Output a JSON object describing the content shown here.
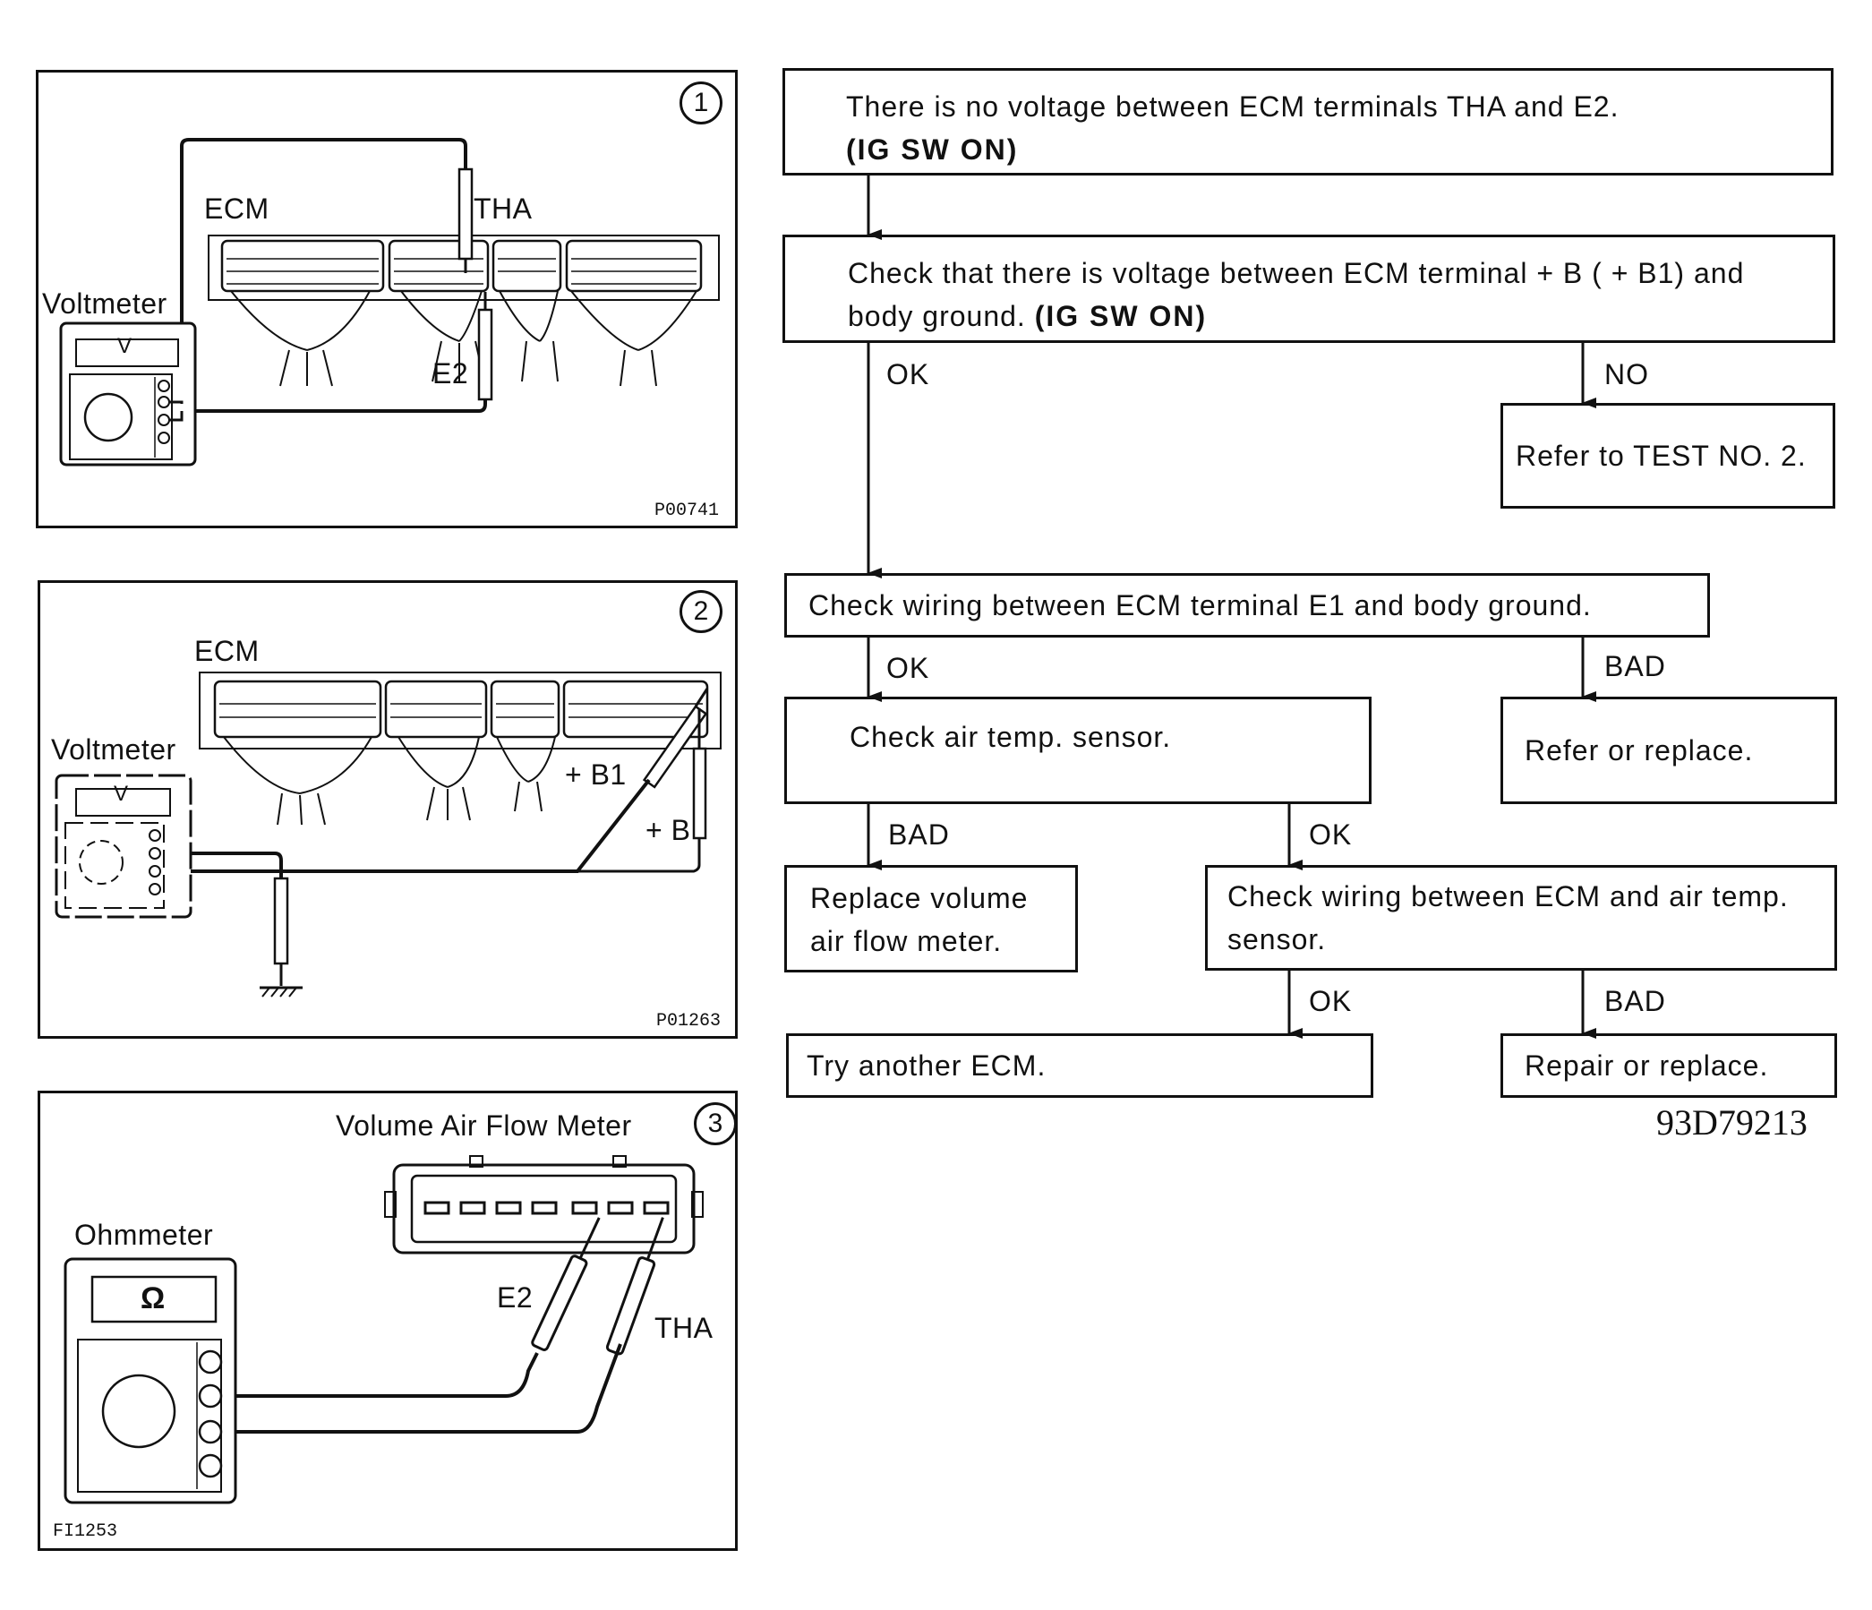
{
  "panels": [
    {
      "number": "1",
      "ecm": "ECM",
      "tha": "THA",
      "voltmeter": "Voltmeter",
      "meter_symbol": "V",
      "e2": "E2",
      "code": "P00741"
    },
    {
      "number": "2",
      "ecm": "ECM",
      "voltmeter": "Voltmeter",
      "meter_symbol": "V",
      "b1": "+ B1",
      "b": "+ B",
      "code": "P01263"
    },
    {
      "number": "3",
      "title": "Volume Air Flow Meter",
      "ohmmeter": "Ohmmeter",
      "meter_symbol": "Ω",
      "e2": "E2",
      "tha": "THA",
      "code": "FI1253"
    }
  ],
  "flowchart": {
    "start": {
      "line1": "There is no voltage between ECM terminals THA and E2.",
      "line2": "(IG SW ON)"
    },
    "check_voltage": {
      "line1": "Check that there is voltage between ECM terminal  + B ( + B1) and",
      "line2_plain": "body ground. ",
      "line2_bold": "(IG SW ON)"
    },
    "label_ok_1": "OK",
    "label_no_1": "NO",
    "refer_test": "Refer to TEST NO. 2.",
    "check_wiring_e1": "Check wiring between ECM terminal E1 and body ground.",
    "label_ok_2": "OK",
    "label_bad_2": "BAD",
    "check_sensor": "Check air temp. sensor.",
    "refer_replace": "Refer or replace.",
    "label_bad_3": "BAD",
    "label_ok_3": "OK",
    "replace_meter": {
      "line1": "Replace volume",
      "line2": "air flow meter."
    },
    "check_wiring_sensor": {
      "line1": "Check wiring between ECM and air temp.",
      "line2": "sensor."
    },
    "label_ok_4": "OK",
    "label_bad_4": "BAD",
    "try_ecm": "Try another ECM.",
    "repair_replace": "Repair or replace."
  },
  "doc_id": "93D79213"
}
